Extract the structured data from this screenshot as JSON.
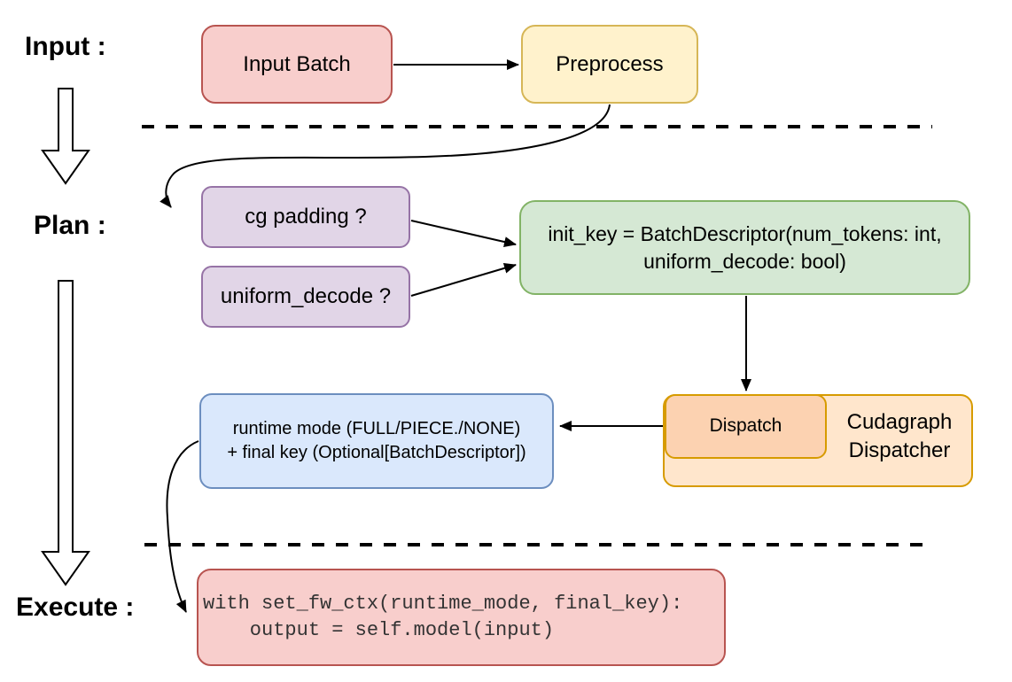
{
  "diagram": {
    "stage_labels": {
      "input": "Input :",
      "plan": "Plan :",
      "execute": "Execute :"
    },
    "nodes": {
      "input_batch": {
        "label": "Input Batch"
      },
      "preprocess": {
        "label": "Preprocess"
      },
      "cg_padding": {
        "label": "cg padding ?"
      },
      "uniform_decode": {
        "label": "uniform_decode ?"
      },
      "init_key": {
        "line1": "init_key = BatchDescriptor(num_tokens: int,",
        "line2": "uniform_decode: bool)"
      },
      "dispatch": {
        "label": "Dispatch"
      },
      "cudagraph_dispatcher": {
        "line1": "Cudagraph",
        "line2": "Dispatcher"
      },
      "runtime_mode": {
        "line1": "runtime mode (FULL/PIECE./NONE)",
        "line2": "+ final key (Optional[BatchDescriptor])"
      },
      "execute_code": {
        "line1": "with set_fw_ctx(runtime_mode, final_key):",
        "line2": "    output = self.model(input)"
      }
    },
    "edges": [
      {
        "from": "input_batch",
        "to": "preprocess",
        "style": "straight-arrow"
      },
      {
        "from": "preprocess",
        "to": "cg_padding",
        "style": "curved-arrow"
      },
      {
        "from": "cg_padding",
        "to": "init_key",
        "style": "straight-arrow"
      },
      {
        "from": "uniform_decode",
        "to": "init_key",
        "style": "straight-arrow"
      },
      {
        "from": "init_key",
        "to": "dispatch",
        "style": "straight-arrow"
      },
      {
        "from": "dispatch",
        "to": "runtime_mode",
        "style": "straight-arrow"
      },
      {
        "from": "runtime_mode",
        "to": "execute_code",
        "style": "curved-arrow"
      }
    ],
    "colors": {
      "red_fill": "#f8cecc",
      "red_stroke": "#b85450",
      "yellow_fill": "#fff2cc",
      "yellow_stroke": "#d6b656",
      "purple_fill": "#e1d5e7",
      "purple_stroke": "#9673a6",
      "green_fill": "#d5e8d4",
      "green_stroke": "#82b366",
      "blue_fill": "#dae8fc",
      "blue_stroke": "#6c8ebf",
      "orange_fill": "#ffe6cc",
      "orange_stroke": "#d79b00",
      "peach_fill": "#fcd2b1",
      "line_color": "#000000"
    }
  }
}
